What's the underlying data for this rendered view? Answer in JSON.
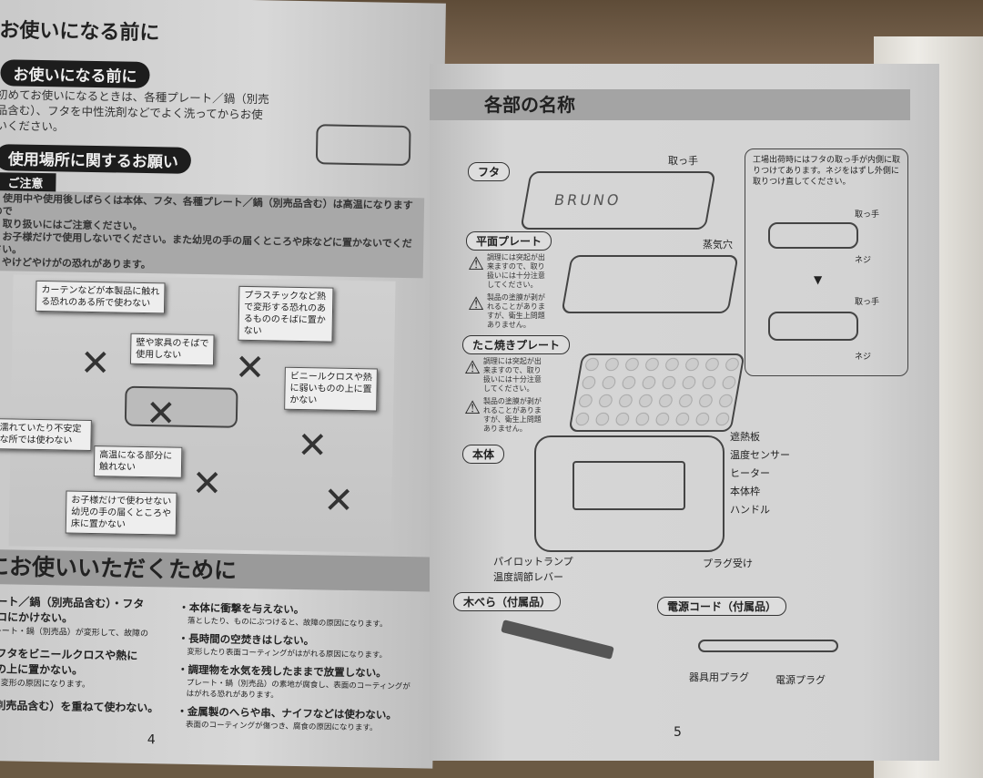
{
  "left_page": {
    "top_heading": "お使いになる前に",
    "section1_title": "お使いになる前に",
    "section1_text": [
      "初めてお使いになるときは、各種プレート／鍋（別売",
      "品含む）、フタを中性洗剤などでよく洗ってからお使",
      "いください。"
    ],
    "section2_title": "使用場所に関するお願い",
    "caution_label": "ご注意",
    "caution_text": [
      "・使用中や使用後しばらくは本体、フタ、各種プレート／鍋（別売品含む）は高温になりますので",
      "　取り扱いにはご注意ください。",
      "　お子様だけで使用しないでください。また幼児の手の届くところや床などに置かないでください。",
      "　やけどやけがの恐れがあります。"
    ],
    "callouts": [
      "カーテンなどが本製品に触れる恐れのある所で使わない",
      "壁や家具のそばで使用しない",
      "プラスチックなど熱で変形する恐れのあるもののそばに置かない",
      "ビニールクロスや熱に弱いものの上に置かない",
      "濡れていたり不安定な所では使わない",
      "高温になる部分に触れない",
      "お子様だけで使わせない幼児の手の届くところや床に置かない"
    ],
    "section3_title": "にお使いいただくために",
    "tips_left": [
      {
        "title": "レート／鍋（別売品含む）・フタ",
        "title2": "ンロにかけない。",
        "desc": "プレート・鍋（別売品）が変形して、故障の"
      },
      {
        "title": "のフタをビニールクロスや熱に",
        "title2": "どの上に置かない。",
        "desc": "色・変形の原因になります。"
      },
      {
        "title": "（別売品含む）を重ねて使わない。",
        "title2": "",
        "desc": ""
      }
    ],
    "tips_right": [
      {
        "title": "・本体に衝撃を与えない。",
        "desc": "落としたり、ものにぶつけると、故障の原因になります。"
      },
      {
        "title": "・長時間の空焚きはしない。",
        "desc": "変形したり表面コーティングがはがれる原因になります。"
      },
      {
        "title": "・調理物を水気を残したままで放置しない。",
        "desc": "プレート・鍋（別売品）の素地が腐食し、表面のコーティングがはがれる恐れがあります。"
      },
      {
        "title": "・金属製のへらや串、ナイフなどは使わない。",
        "desc": "表面のコーティングが傷つき、腐食の原因になります。"
      }
    ],
    "page_number": "4"
  },
  "right_page": {
    "title": "各部の名称",
    "lid_tag": "フタ",
    "lid_labels": {
      "handle": "取っ手",
      "steam": "蒸気穴",
      "brand": "BRUNO"
    },
    "note": "工場出荷時にはフタの取っ手が内側に取りつけてあります。ネジをはずし外側に取りつけ直してください。",
    "note_labels": [
      "取っ手",
      "ネジ",
      "取っ手",
      "ネジ"
    ],
    "flat_plate_tag": "平面プレート",
    "takoyaki_tag": "たこ焼きプレート",
    "warnings": [
      "調理には突起が出来ますので、取り扱いには十分注意してください。",
      "製品の塗膜が剥がれることがありますが、衛生上問題ありません。",
      "調理には突起が出来ますので、取り扱いには十分注意してください。",
      "製品の塗膜が剥がれることがありますが、衛生上問題ありません。"
    ],
    "body_tag": "本体",
    "body_labels": [
      "遮熱板",
      "温度センサー",
      "ヒーター",
      "本体枠",
      "ハンドル",
      "パイロットランプ",
      "温度調節レバー",
      "プラグ受け"
    ],
    "spatula_tag": "木べら（付属品）",
    "cord_tag": "電源コード（付属品）",
    "cord_labels": [
      "器具用プラグ",
      "電源プラグ"
    ],
    "page_number": "5"
  }
}
